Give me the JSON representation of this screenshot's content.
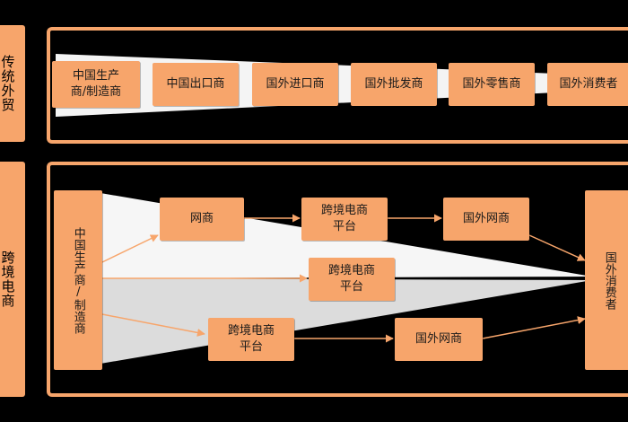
{
  "colors": {
    "accent": "#f7a56b",
    "background": "#000000",
    "funnel": "#f4f4f4",
    "arrow": "#f7a56b"
  },
  "traditional": {
    "label": "传统外贸",
    "chain": [
      {
        "label": "中国生产\n商/制造商"
      },
      {
        "label": "中国出口商"
      },
      {
        "label": "国外进口商"
      },
      {
        "label": "国外批发商"
      },
      {
        "label": "国外零售商"
      },
      {
        "label": "国外消费者"
      }
    ]
  },
  "ecommerce": {
    "label": "跨境电商",
    "producer": "中国生产商/制造商",
    "consumer": "国外消费者",
    "route_top": {
      "step1": "网商",
      "step2": "跨境电商\n平台",
      "step3": "国外网商"
    },
    "route_middle": {
      "step1": "跨境电商\n平台"
    },
    "route_bottom": {
      "step1": "跨境电商\n平台",
      "step2": "国外网商"
    }
  }
}
